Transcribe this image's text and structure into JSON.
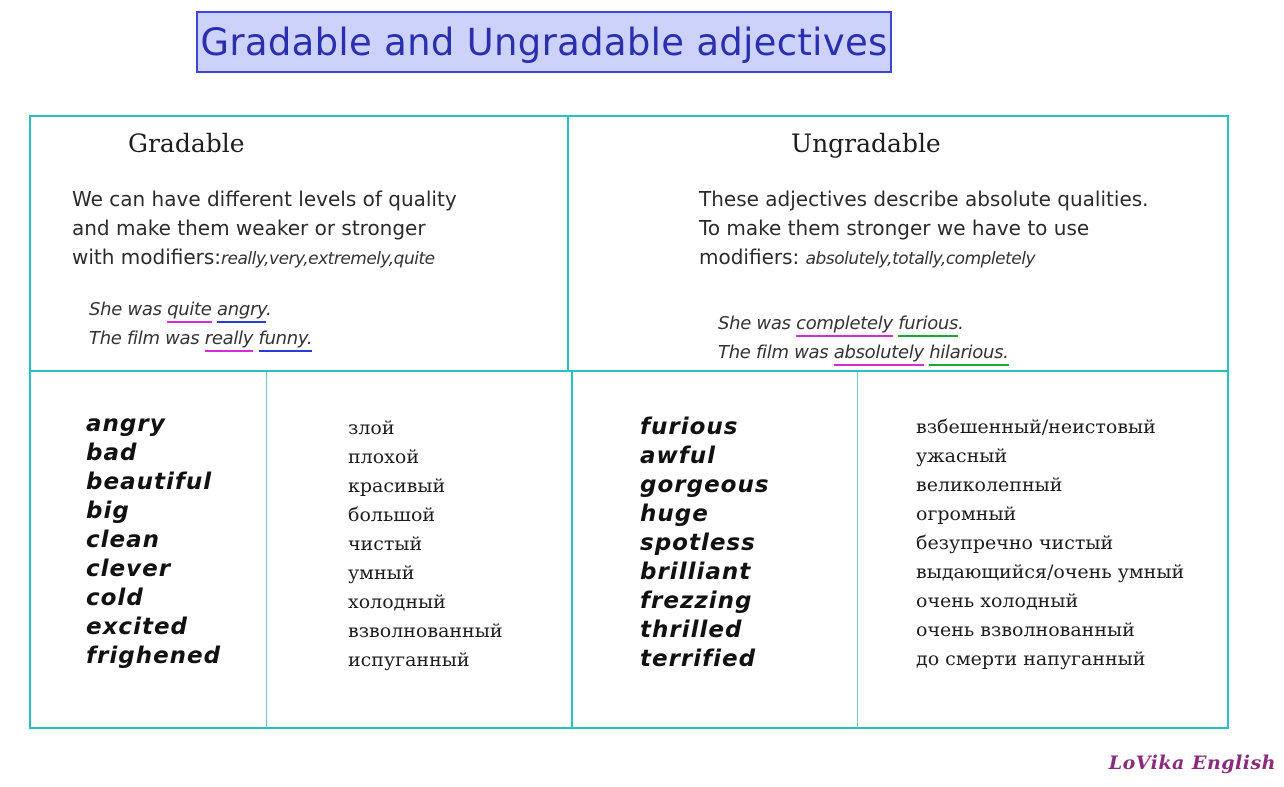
{
  "title": "Gradable and Ungradable adjectives",
  "gradable": {
    "heading": "Gradable",
    "description_lines": [
      "We can have different levels of quality",
      "and make them weaker or stronger",
      "with modifiers:"
    ],
    "modifiers": "really,very,extremely,quite",
    "examples": [
      {
        "prefix": "She was ",
        "modifier": "quite",
        "adjective": "angry",
        "suffix": "."
      },
      {
        "prefix": "The film was ",
        "modifier": "really",
        "adjective": "funny",
        "suffix": "."
      }
    ],
    "words": [
      "angry",
      "bad",
      "beautiful",
      "big",
      "clean",
      "clever",
      "cold",
      "excited",
      "frighened"
    ],
    "translations": [
      "злой",
      "плохой",
      "красивый",
      "большой",
      "чистый",
      "умный",
      "холодный",
      "взволнованный",
      "испуганный"
    ]
  },
  "ungradable": {
    "heading": "Ungradable",
    "description_lines": [
      "These adjectives describe absolute qualities.",
      "To make them stronger we have to use",
      "modifiers:"
    ],
    "modifiers": "absolutely,totally,completely",
    "examples": [
      {
        "prefix": "She was ",
        "modifier": "completely",
        "adjective": "furious",
        "suffix": "."
      },
      {
        "prefix": "The film was ",
        "modifier": "absolutely",
        "adjective": "hilarious",
        "suffix": "."
      }
    ],
    "words": [
      "furious",
      "awful",
      "gorgeous",
      "huge",
      "spotless",
      "brilliant",
      "frezzing",
      "thrilled",
      "terrified"
    ],
    "translations": [
      "взбешенный/неистовый",
      "ужасный",
      "великолепный",
      "огромный",
      "безупречно чистый",
      "выдающийся/очень умный",
      "очень холодный",
      "очень взволнованный",
      "до смерти напуганный"
    ]
  },
  "brand": "LoVika English",
  "colors": {
    "title_bg": "#cdd2fb",
    "title_border": "#3b45d9",
    "title_text": "#2a2fb0",
    "frame": "#27c1c3",
    "underline_pink": "#d62bd6",
    "underline_blue": "#2a3cd8",
    "underline_green": "#17a83a",
    "brand": "#8b2b7e"
  }
}
